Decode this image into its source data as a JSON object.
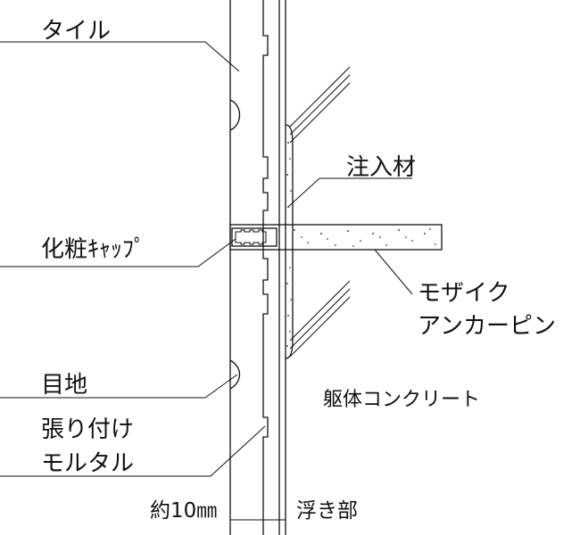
{
  "labels": {
    "tile": "タイル",
    "grout_injection": "注入材",
    "decorative_cap": "化粧ｷｬｯﾌﾟ",
    "anchor_pin_line1": "モザイク",
    "anchor_pin_line2": "アンカーピン",
    "joint": "目地",
    "structure": "躯体コンクリート",
    "mortar_line1": "張り付け",
    "mortar_line2": "モルタル",
    "approx_width": "約10㎜",
    "floating_part": "浮き部"
  },
  "colors": {
    "line": "#111111",
    "background": "#ffffff"
  }
}
